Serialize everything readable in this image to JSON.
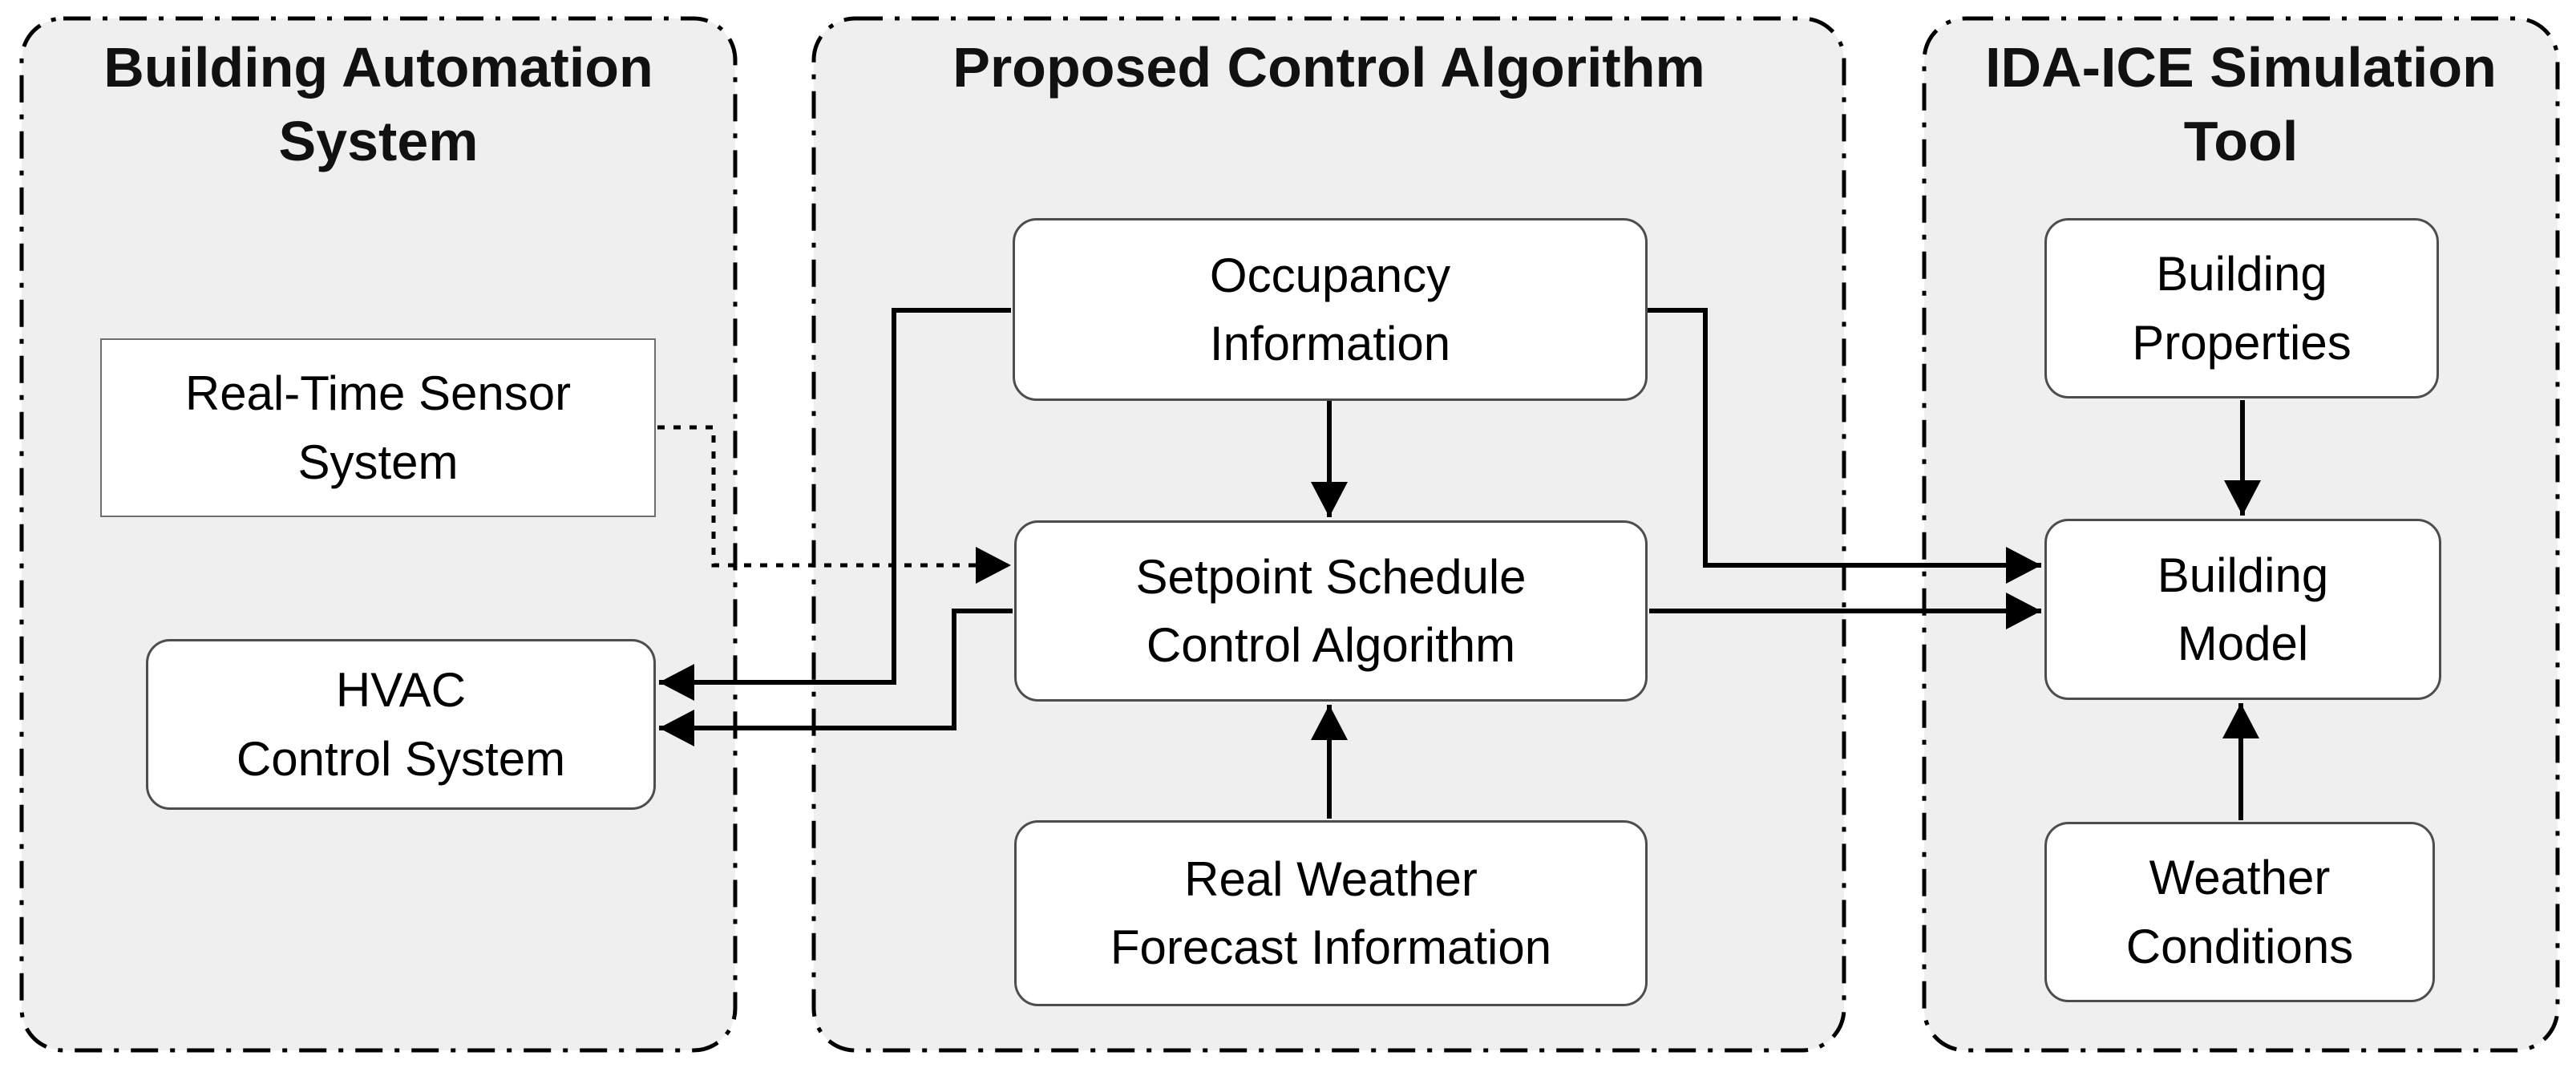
{
  "diagram": {
    "type": "block-diagram",
    "background_color": "#ffffff",
    "container_fill": "#efeff0",
    "line_color": "#000000",
    "containers": {
      "bas": {
        "title": "Building Automation\nSystem"
      },
      "pca": {
        "title": "Proposed Control Algorithm"
      },
      "ida": {
        "title": "IDA-ICE Simulation\nTool"
      }
    },
    "nodes": {
      "sensor": {
        "label": "Real-Time Sensor\nSystem"
      },
      "hvac": {
        "label": "HVAC\nControl System"
      },
      "occupancy": {
        "label": "Occupancy\nInformation"
      },
      "setpoint": {
        "label": "Setpoint Schedule\nControl Algorithm"
      },
      "weather_forecast": {
        "label": "Real Weather\nForecast Information"
      },
      "building_properties": {
        "label": "Building\nProperties"
      },
      "building_model": {
        "label": "Building\nModel"
      },
      "weather_conditions": {
        "label": "Weather\nConditions"
      }
    },
    "edges": [
      {
        "from": "occupancy",
        "to": "setpoint",
        "style": "solid"
      },
      {
        "from": "weather_forecast",
        "to": "setpoint",
        "style": "solid"
      },
      {
        "from": "building_properties",
        "to": "building_model",
        "style": "solid"
      },
      {
        "from": "weather_conditions",
        "to": "building_model",
        "style": "solid"
      },
      {
        "from": "occupancy",
        "to": "hvac",
        "style": "solid"
      },
      {
        "from": "setpoint",
        "to": "hvac",
        "style": "solid"
      },
      {
        "from": "occupancy",
        "to": "building_model",
        "style": "solid"
      },
      {
        "from": "setpoint",
        "to": "building_model",
        "style": "solid"
      },
      {
        "from": "sensor",
        "to": "setpoint",
        "style": "dotted"
      }
    ]
  }
}
